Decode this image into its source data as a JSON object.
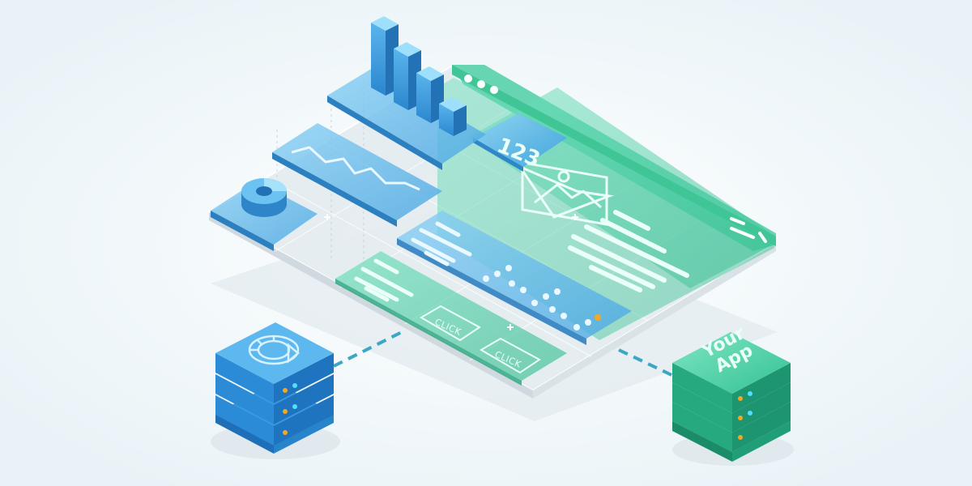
{
  "colors": {
    "background": "#f1f7fa",
    "blue_light": "#7ec8ef",
    "blue_mid": "#3b9ee0",
    "blue_dark": "#1e6fb8",
    "green_light": "#5fd6b0",
    "green_mid": "#2fbf8f",
    "green_dark": "#1f9e77",
    "led_orange": "#f5a623",
    "led_cyan": "#4fe0ff"
  },
  "illustration": {
    "number_tile_text": "123",
    "buttons": [
      "CLICK",
      "CLICK"
    ],
    "app_server_label_line1": "Your",
    "app_server_label_line2": "App",
    "icons": [
      "bar-chart-icon",
      "line-chart-icon",
      "donut-chart-icon",
      "image-icon",
      "database-logo-icon",
      "window-dots-icon"
    ]
  }
}
